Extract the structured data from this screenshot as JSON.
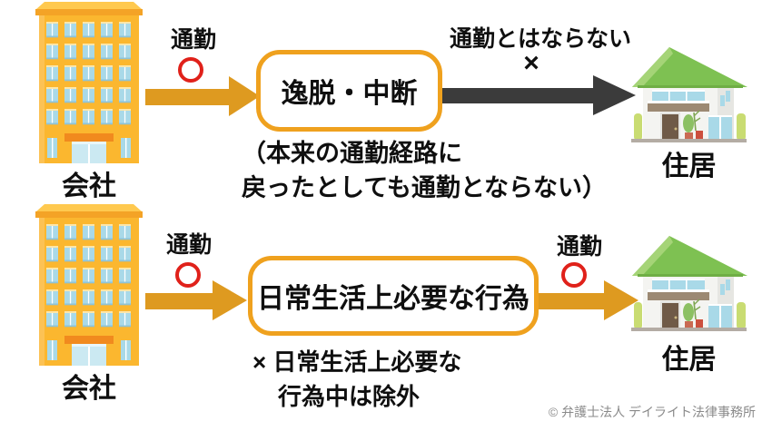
{
  "diagram_title_implicit": "通勤災害の逸脱・中断と日常生活上必要な行為の図解",
  "top_flow": {
    "company_label": "会社",
    "commute_label": "通勤",
    "commute_mark": "○",
    "box_label": "逸脱・中断",
    "result_label": "通勤とはならない",
    "result_mark": "×",
    "house_label": "住居",
    "note_line1": "（本来の通勤経路に",
    "note_line2": "戻ったとしても通勤とならない）"
  },
  "bottom_flow": {
    "company_label": "会社",
    "commute_label_left": "通勤",
    "commute_mark_left": "○",
    "box_label": "日常生活上必要な行為",
    "commute_label_right": "通勤",
    "commute_mark_right": "○",
    "house_label": "住居",
    "note_line1": "× 日常生活上必要な",
    "note_line2": "行為中は除外"
  },
  "footer": {
    "copyright": "© 弁護士法人 デイライト法律事務所"
  },
  "colors": {
    "arrow_orange": "#de9a20",
    "box_border_orange": "#efa11e",
    "circle_red": "#e0211a",
    "arrow_black": "#3b3b3b",
    "building_orange": "#fbb72f",
    "roof_green": "#7ec152",
    "text_black": "#0f0f0f",
    "copyright_gray": "#8a8a8a"
  }
}
